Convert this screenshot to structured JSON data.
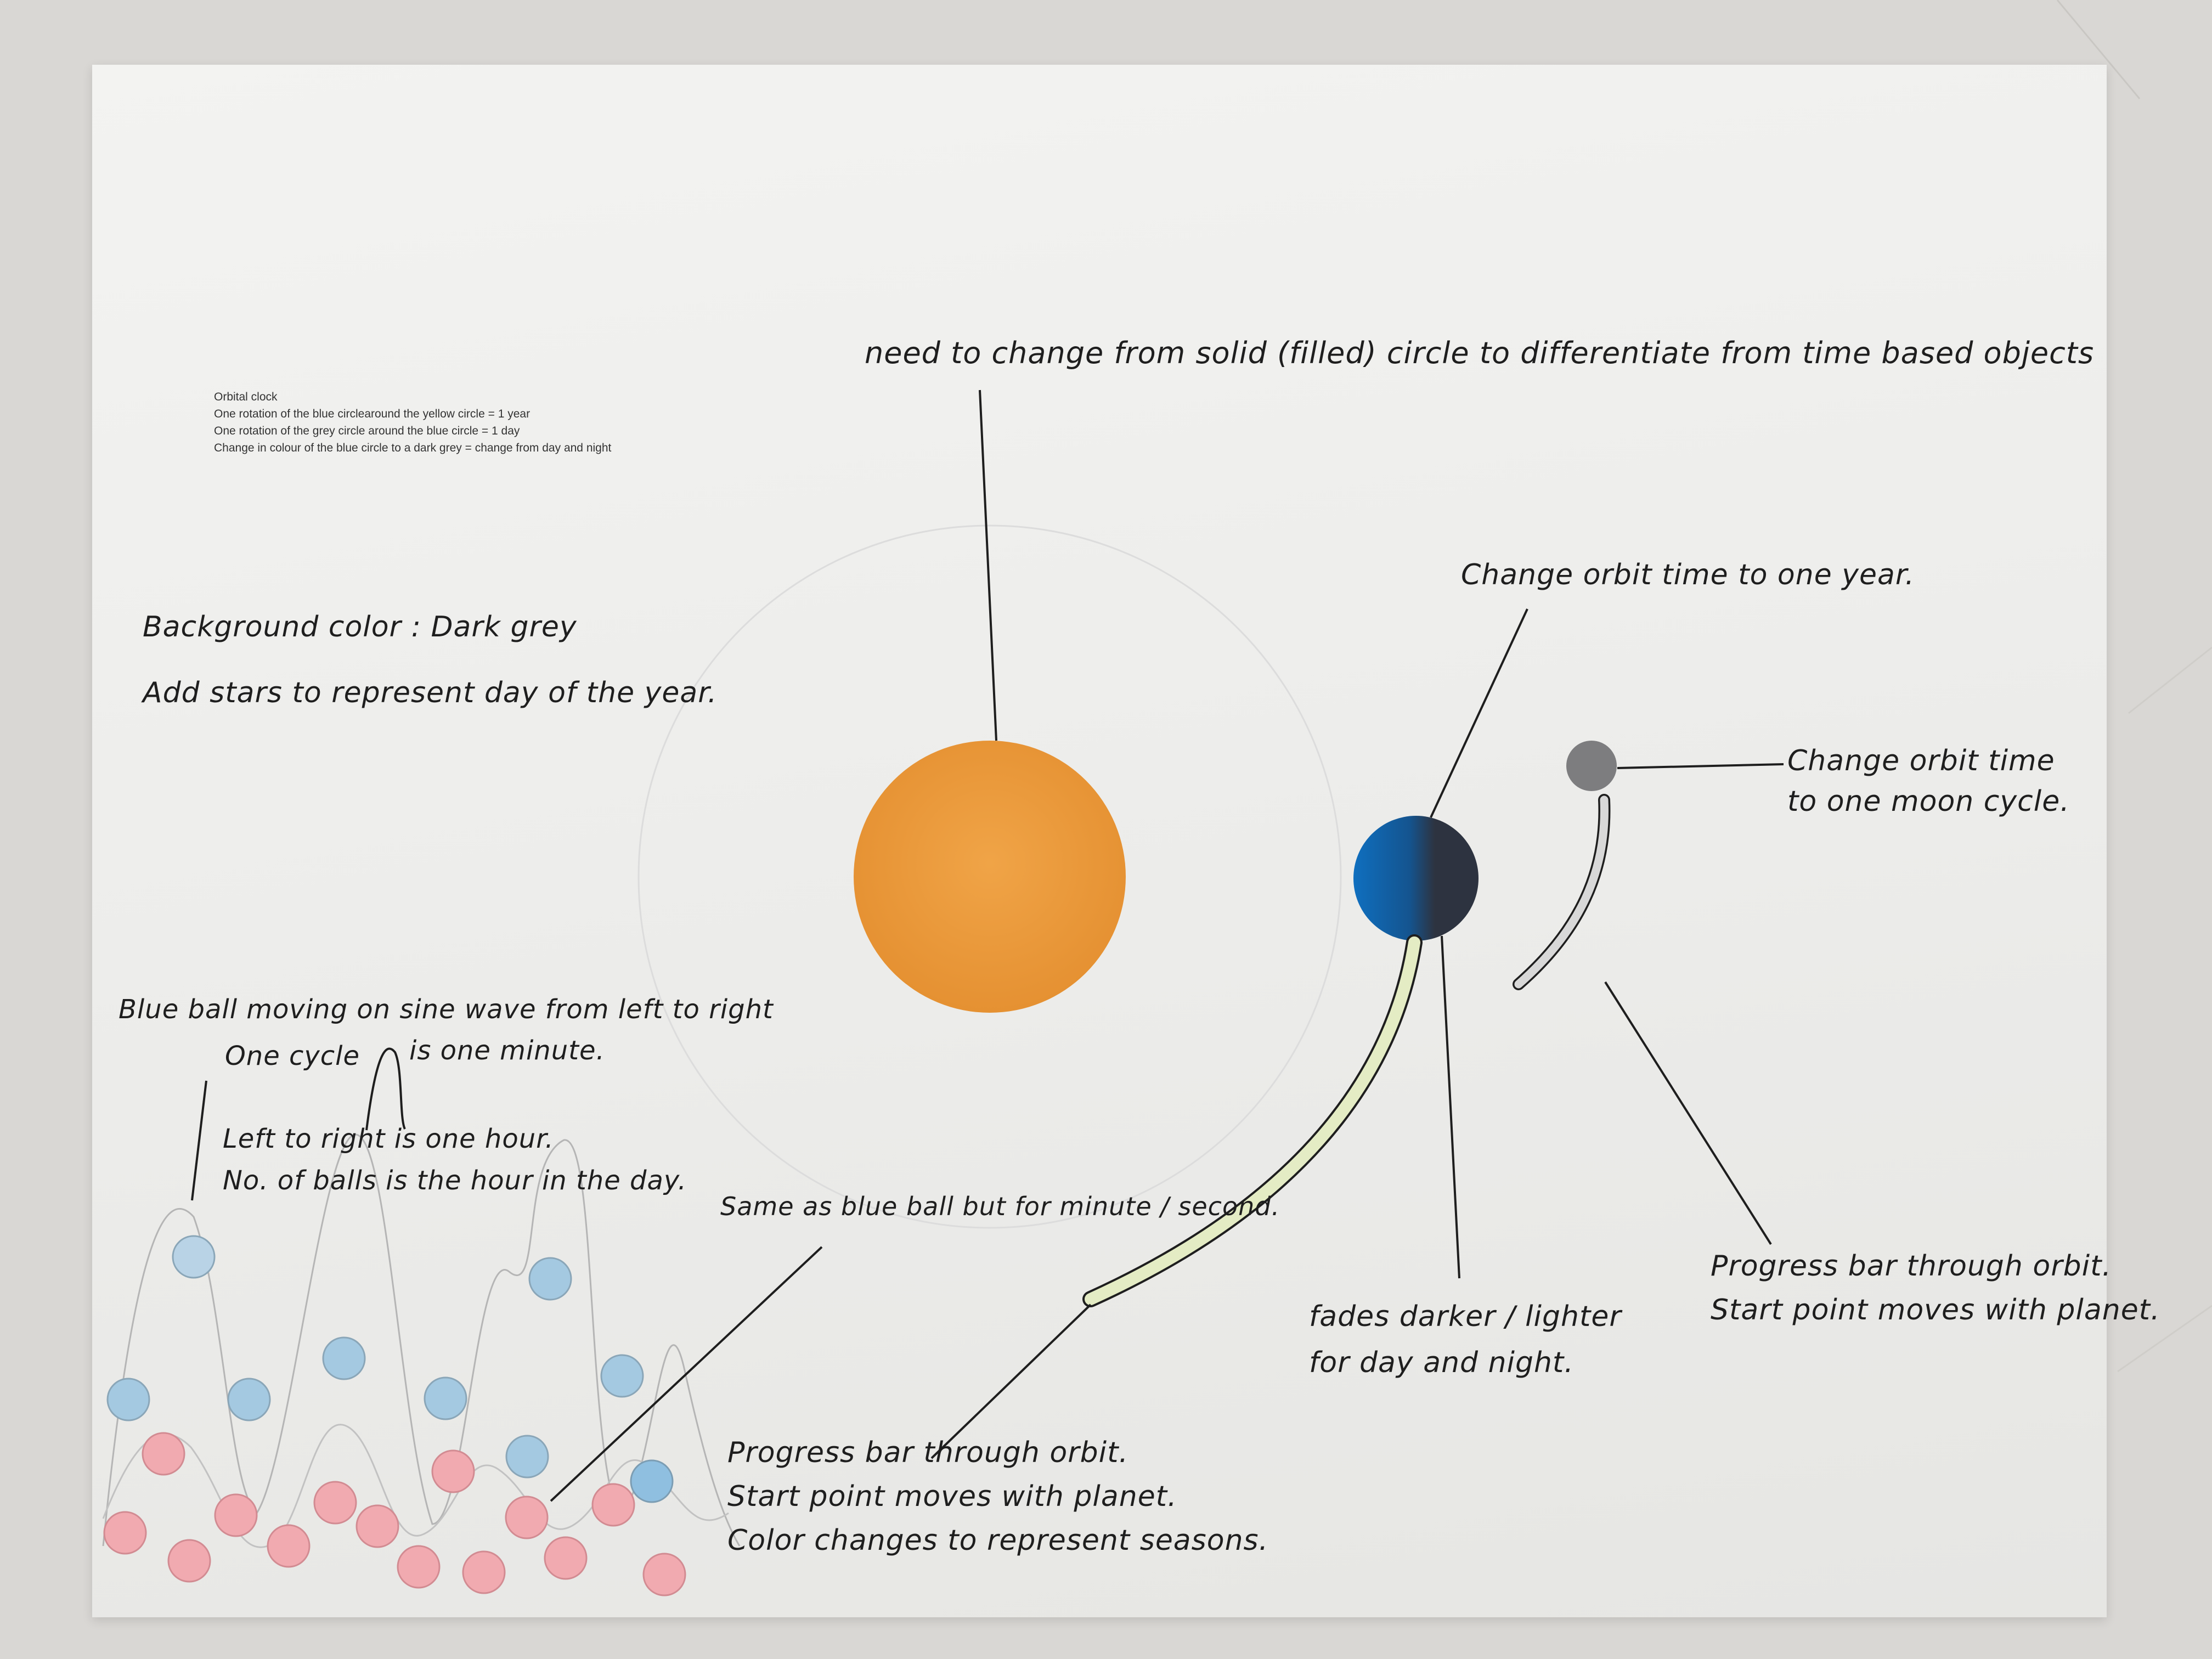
{
  "printed_note": {
    "title": "Orbital clock",
    "lines": [
      "One rotation of the blue circlearound the yellow circle = 1 year",
      "One rotation of the grey circle around the blue circle = 1 day",
      "Change in colour of the blue circle to a dark grey = change from day and night"
    ]
  },
  "notes": {
    "sun_note": "need to change from solid (filled) circle to differentiate from time based objects",
    "background": [
      "Background color : Dark grey",
      "Add stars to represent day of the year."
    ],
    "earth_orbit": "Change orbit time to one year.",
    "moon_orbit": [
      "Change orbit time",
      "to one moon cycle."
    ],
    "sine_wave": [
      "Blue ball moving on sine wave from left to right",
      "One cycle",
      "is one minute.",
      "Left to right is one hour.",
      "No. of balls is the hour in the day."
    ],
    "second_wave": "Same as blue ball but for minute / second.",
    "earth_progress": [
      "Progress bar through orbit.",
      "Start point moves with planet.",
      "Color changes to represent seasons."
    ],
    "day_night": [
      "fades darker / lighter",
      "for day and night."
    ],
    "moon_progress": [
      "Progress bar through orbit.",
      "Start point moves with planet."
    ]
  },
  "colors": {
    "sun": "#ec9a3c",
    "earth_day": "#0f6fbf",
    "earth_night": "#2d3340",
    "moon": "#7d7d7f",
    "earth_progress": "#e4ecc4",
    "moon_progress": "#d8d8d8",
    "blue_ball": "#9fc6de",
    "red_ball": "#f1aab0",
    "ink": "#1e1e1e"
  }
}
